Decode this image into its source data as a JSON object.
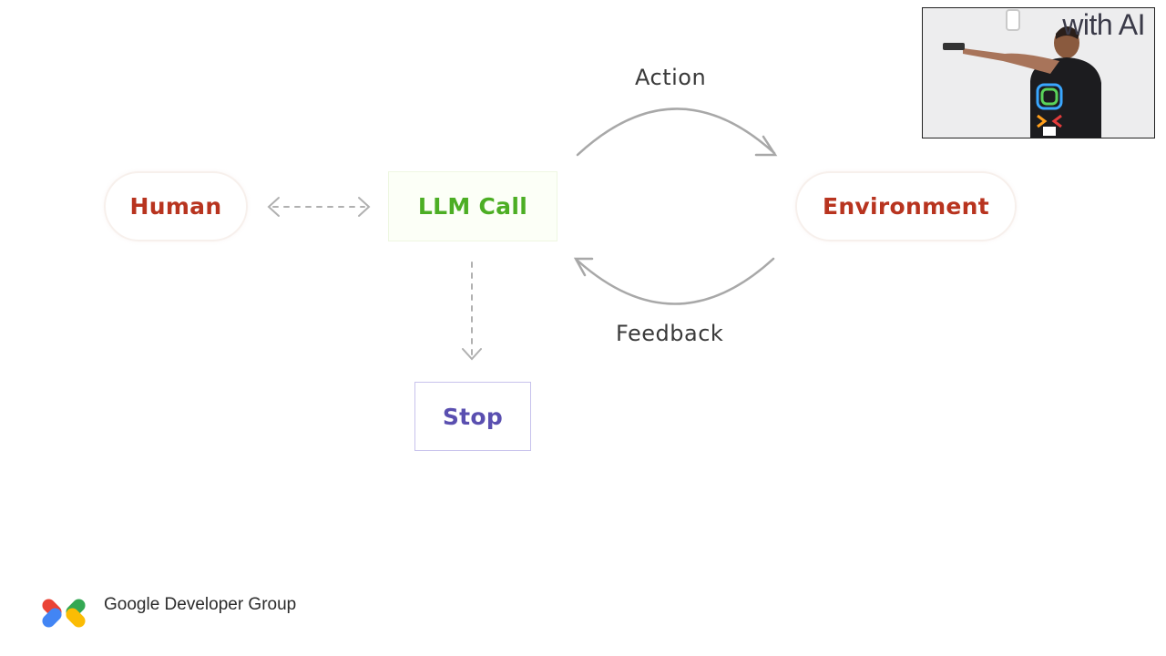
{
  "diagram": {
    "nodes": {
      "human": "Human",
      "llm_call": "LLM Call",
      "environment": "Environment",
      "stop": "Stop"
    },
    "edges": {
      "action": "Action",
      "feedback": "Feedback"
    },
    "colors": {
      "human_text": "#b8341f",
      "llm_text": "#4cae24",
      "environment_text": "#b8341f",
      "stop_text": "#5a4fb0",
      "arrow": "#b0b0b0"
    }
  },
  "speaker_video": {
    "background_text": "with AI"
  },
  "branding": {
    "org_name": "Google Developer Group"
  }
}
